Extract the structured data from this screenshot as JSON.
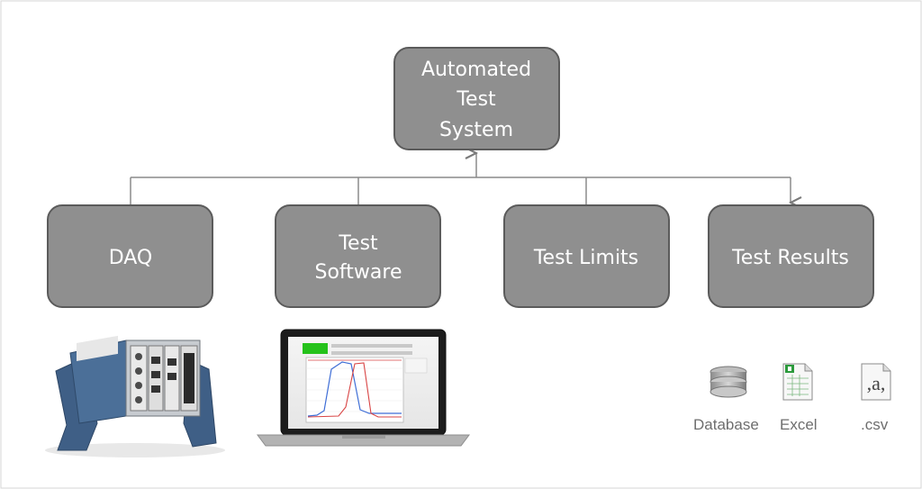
{
  "diagram": {
    "root": {
      "lines": [
        "Automated",
        "Test",
        "System"
      ]
    },
    "children": [
      {
        "id": "daq",
        "lines": [
          "DAQ"
        ]
      },
      {
        "id": "test-software",
        "lines": [
          "Test",
          "Software"
        ]
      },
      {
        "id": "test-limits",
        "lines": [
          "Test Limits"
        ]
      },
      {
        "id": "test-results",
        "lines": [
          "Test Results"
        ]
      }
    ]
  },
  "outputs": [
    {
      "label": "Database",
      "icon": "database-icon"
    },
    {
      "label": "Excel",
      "icon": "excel-file-icon"
    },
    {
      "label": ".csv",
      "icon": "csv-file-icon"
    }
  ],
  "colors": {
    "box_fill": "#8f8f8f",
    "box_stroke": "#5b5b5b",
    "connector": "#8a8a8a",
    "caption": "#6e6e6e"
  }
}
